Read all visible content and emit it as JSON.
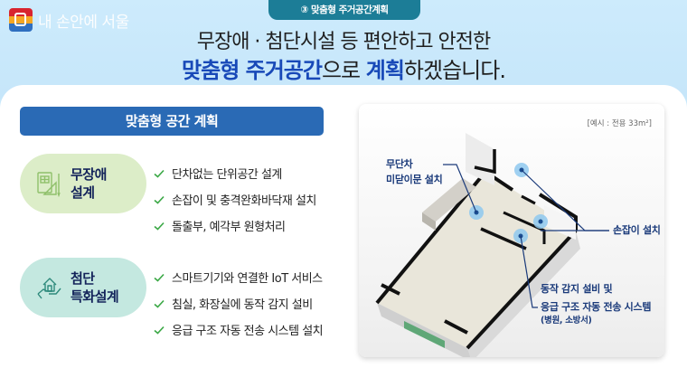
{
  "brand": {
    "logo_text": "내 손안에 서울",
    "logo_colors": [
      "#d8242f",
      "#f5a623",
      "#2f6fc0"
    ]
  },
  "header": {
    "section_tag": "③ 맞춤형 주거공간계획",
    "headline_line1": "무장애 · 첨단시설 등  편안하고 안전한",
    "headline_line2": {
      "part1_emphasis": "맞춤형 주거공간",
      "part2": "으로 ",
      "part3_emphasis": "계획",
      "part4": "하겠습니다."
    }
  },
  "main": {
    "section_title": "맞춤형 공간 계획",
    "groups": [
      {
        "label_line1": "무장애",
        "label_line2": "설계",
        "icon": "blueprint-ruler-icon",
        "color": "#dcedc8",
        "items": [
          "단차없는 단위공간 설계",
          "손잡이 및 충격완화바닥재 설치",
          "돌출부, 예각부 원형처리"
        ]
      },
      {
        "label_line1": "첨단",
        "label_line2": "특화설계",
        "icon": "hand-house-icon",
        "color": "#c4e8e0",
        "items": [
          "스마트기기와 연결한 IoT 서비스",
          "침실, 화장실에 동작 감지 설비",
          "응급 구조 자동 전송 시스템 설치"
        ]
      }
    ]
  },
  "illustration": {
    "note": "[예시 : 전용 33m²]",
    "callouts": {
      "threshold_line1": "무단차",
      "threshold_line2": "미닫이문 설치",
      "handrail": "손잡이 설치",
      "sensor_line1": "동작 감지 설비 및",
      "sensor_line2": "응급 구조 자동 전송 시스템",
      "sensor_line3": "(병원, 소방서)"
    }
  },
  "colors": {
    "accent_blue": "#1849b8",
    "section_bar": "#2a6ab5",
    "tag_teal": "#1c7d97",
    "check_green": "#3aa845",
    "callout_navy": "#1a3a7a"
  }
}
